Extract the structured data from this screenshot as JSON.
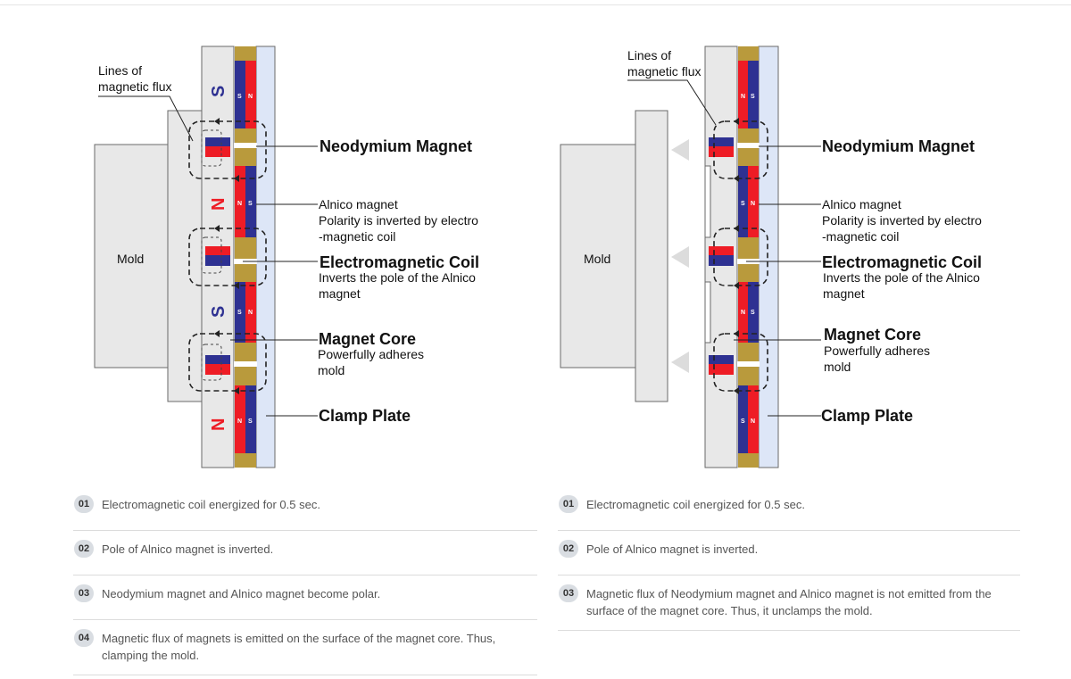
{
  "panels": [
    {
      "id": "clamp",
      "labels": {
        "flux": [
          "Lines of",
          "magnetic flux"
        ],
        "mold": "Mold",
        "neodymium": "Neodymium Magnet",
        "alnico": [
          "Alnico magnet",
          "Polarity is inverted by electro",
          "-magnetic coil"
        ],
        "coil": "Electromagnetic Coil",
        "coil_desc": [
          "Inverts the pole of the Alnico",
          "magnet"
        ],
        "core": "Magnet Core",
        "core_desc": [
          "Powerfully adheres",
          "mold"
        ],
        "clamp": "Clamp Plate"
      },
      "poles": [
        "S",
        "N",
        "S",
        "N"
      ],
      "steps": [
        {
          "num": "01",
          "text": "Electromagnetic coil energized for 0.5 sec."
        },
        {
          "num": "02",
          "text": "Pole of Alnico magnet is inverted."
        },
        {
          "num": "03",
          "text": "Neodymium magnet and Alnico magnet become polar."
        },
        {
          "num": "04",
          "text": "Magnetic flux of magnets is emitted on the surface of the magnet core. Thus, clamping the mold."
        }
      ]
    },
    {
      "id": "unclamp",
      "labels": {
        "flux": [
          "Lines of",
          "magnetic flux"
        ],
        "mold": "Mold",
        "neodymium": "Neodymium Magnet",
        "alnico": [
          "Alnico magnet",
          "Polarity is inverted by electro",
          "-magnetic coil"
        ],
        "coil": "Electromagnetic Coil",
        "coil_desc": [
          "Inverts the pole of the Alnico",
          "magnet"
        ],
        "core": "Magnet Core",
        "core_desc": [
          "Powerfully adheres",
          "mold"
        ],
        "clamp": "Clamp Plate"
      },
      "steps": [
        {
          "num": "01",
          "text": "Electromagnetic coil energized for 0.5 sec."
        },
        {
          "num": "02",
          "text": "Pole of Alnico magnet is inverted."
        },
        {
          "num": "03",
          "text": "Magnetic flux of Neodymium magnet and Alnico magnet is not emitted from the surface of the magnet core. Thus, it unclamps the mold."
        }
      ]
    }
  ],
  "tiny_pole_letters": {
    "s": "S",
    "n": "N"
  },
  "colors": {
    "steel": "#e8e8e8",
    "steel_stroke": "#6a6a6a",
    "red": "#ee1c25",
    "blue": "#2e3192",
    "gold": "#b99a3c",
    "plate": "#dde6f7",
    "plate_stroke": "#6a6a6a",
    "arrow_fill": "#dcdcdc"
  }
}
